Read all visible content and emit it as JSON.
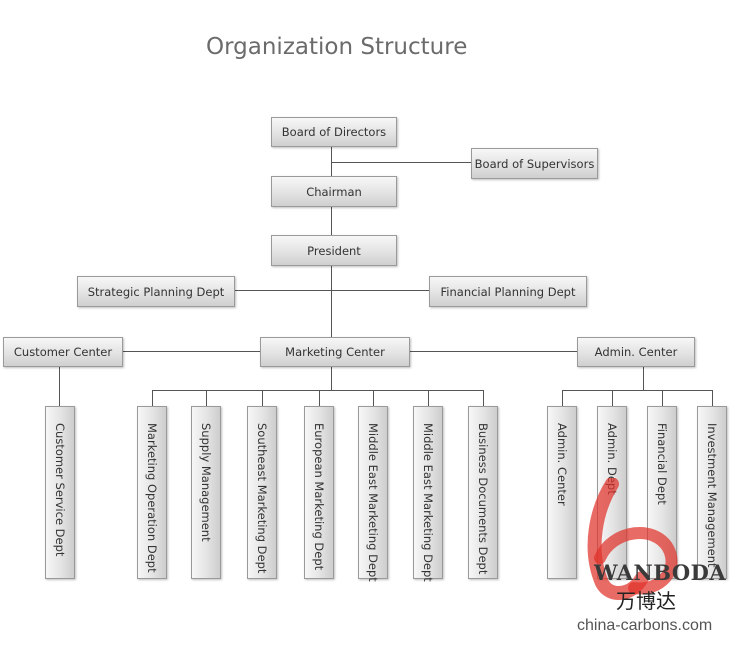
{
  "title": "Organization Structure",
  "nodes": {
    "board": "Board of Directors",
    "supervisors": "Board of Supervisors",
    "chairman": "Chairman",
    "president": "President",
    "strategic": "Strategic Planning Dept",
    "financial_planning": "Financial Planning Dept",
    "customer_center": "Customer Center",
    "marketing_center": "Marketing Center",
    "admin_center": "Admin. Center"
  },
  "customer_children": [
    "Customer Service Dept"
  ],
  "marketing_children": [
    "Marketing Operation Dept",
    "Supply Management",
    "Southeast Marketing Dept",
    "European Marketing Dept",
    "Middle East Marketing Dept",
    "Middle East Marketing Dept",
    "Business Documents Dept"
  ],
  "admin_children": [
    "Admin. Center",
    "Admin. Dept",
    "Financial Dept",
    "Investment Management"
  ],
  "watermark": {
    "brand": "WANBODA",
    "brand_cn": "万博达",
    "url": "china-carbons.com"
  },
  "colors": {
    "line": "#555555",
    "box_border": "#9a9a9a",
    "logo_red": "#e0322a"
  }
}
